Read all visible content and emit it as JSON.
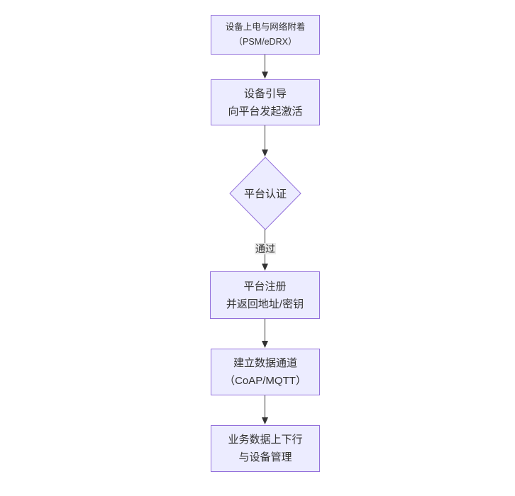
{
  "diagram": {
    "type": "flowchart",
    "direction": "top-down",
    "background": "#ffffff",
    "colors": {
      "node_fill": "#ECECFF",
      "node_border": "#9370DB",
      "edge_line": "#333333",
      "text": "#333333",
      "edge_label_bg": "#e8e8e8"
    },
    "nodes": [
      {
        "id": "power-attach",
        "shape": "rect",
        "lines": [
          "设备上电与网络附着",
          "（PSM/eDRX）"
        ]
      },
      {
        "id": "bootstrap",
        "shape": "rect",
        "lines": [
          "设备引导",
          "向平台发起激活"
        ]
      },
      {
        "id": "platform-auth",
        "shape": "diamond",
        "lines": [
          "平台认证"
        ]
      },
      {
        "id": "platform-register",
        "shape": "rect",
        "lines": [
          "平台注册",
          "并返回地址/密钥"
        ]
      },
      {
        "id": "data-channel",
        "shape": "rect",
        "lines": [
          "建立数据通道",
          "（CoAP/MQTT）"
        ]
      },
      {
        "id": "business-ops",
        "shape": "rect",
        "lines": [
          "业务数据上下行",
          "与设备管理"
        ]
      }
    ],
    "edges": [
      {
        "from": "power-attach",
        "to": "bootstrap",
        "label": ""
      },
      {
        "from": "bootstrap",
        "to": "platform-auth",
        "label": ""
      },
      {
        "from": "platform-auth",
        "to": "platform-register",
        "label": "通过"
      },
      {
        "from": "platform-register",
        "to": "data-channel",
        "label": ""
      },
      {
        "from": "data-channel",
        "to": "business-ops",
        "label": ""
      }
    ]
  }
}
